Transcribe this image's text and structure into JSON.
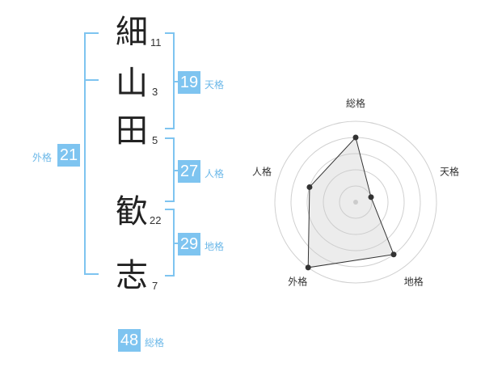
{
  "name_chars": [
    {
      "char": "細",
      "strokes": "11"
    },
    {
      "char": "山",
      "strokes": "3"
    },
    {
      "char": "田",
      "strokes": "5"
    },
    {
      "char": "歓",
      "strokes": "22"
    },
    {
      "char": "志",
      "strokes": "7"
    }
  ],
  "fortunes": {
    "tenkaku": {
      "value": "19",
      "label": "天格"
    },
    "jinkaku": {
      "value": "27",
      "label": "人格"
    },
    "chikaku": {
      "value": "29",
      "label": "地格"
    },
    "gaikaku": {
      "value": "21",
      "label": "外格"
    },
    "soukaku": {
      "value": "48",
      "label": "総格"
    }
  },
  "colors": {
    "accent": "#7ec4f0",
    "accent_text": "#6cb8e8"
  },
  "chart_data": {
    "type": "radar",
    "axes": [
      "総格",
      "天格",
      "地格",
      "外格",
      "人格"
    ],
    "values": [
      4,
      1,
      4,
      5,
      3
    ],
    "range": [
      0,
      5
    ],
    "rings": 5
  }
}
